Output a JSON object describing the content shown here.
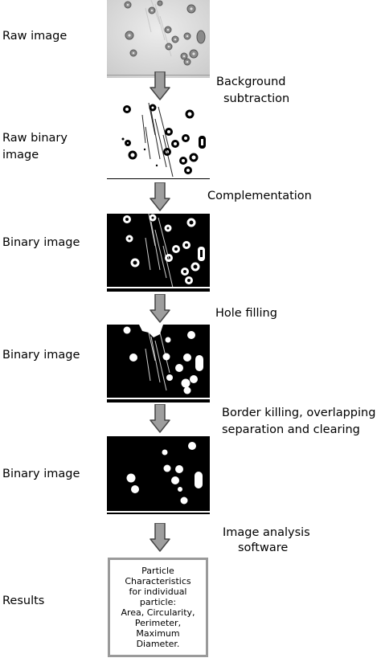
{
  "labels": {
    "raw_image": "Raw image",
    "raw_binary_line1": "Raw binary",
    "raw_binary_line2": "image",
    "binary_1": "Binary image",
    "binary_2": "Binary image",
    "binary_3": "Binary image",
    "results": "Results"
  },
  "steps": {
    "background_line1": "Background",
    "background_line2": "subtraction",
    "complementation": "Complementation",
    "hole_filling": "Hole filling",
    "border_line1": "Border killing, overlapping",
    "border_line2": "separation and clearing",
    "analysis_line1": "Image analysis",
    "analysis_line2": "software"
  },
  "result_box": {
    "lines": [
      "Particle",
      "Characteristics",
      "for individual particle:",
      "Area, Circularity,",
      "Perimeter,",
      "Maximum",
      "Diameter."
    ]
  },
  "colors": {
    "arrow_fill": "#9e9e9e",
    "arrow_stroke": "#444444",
    "box_border": "#9a9a9a"
  }
}
